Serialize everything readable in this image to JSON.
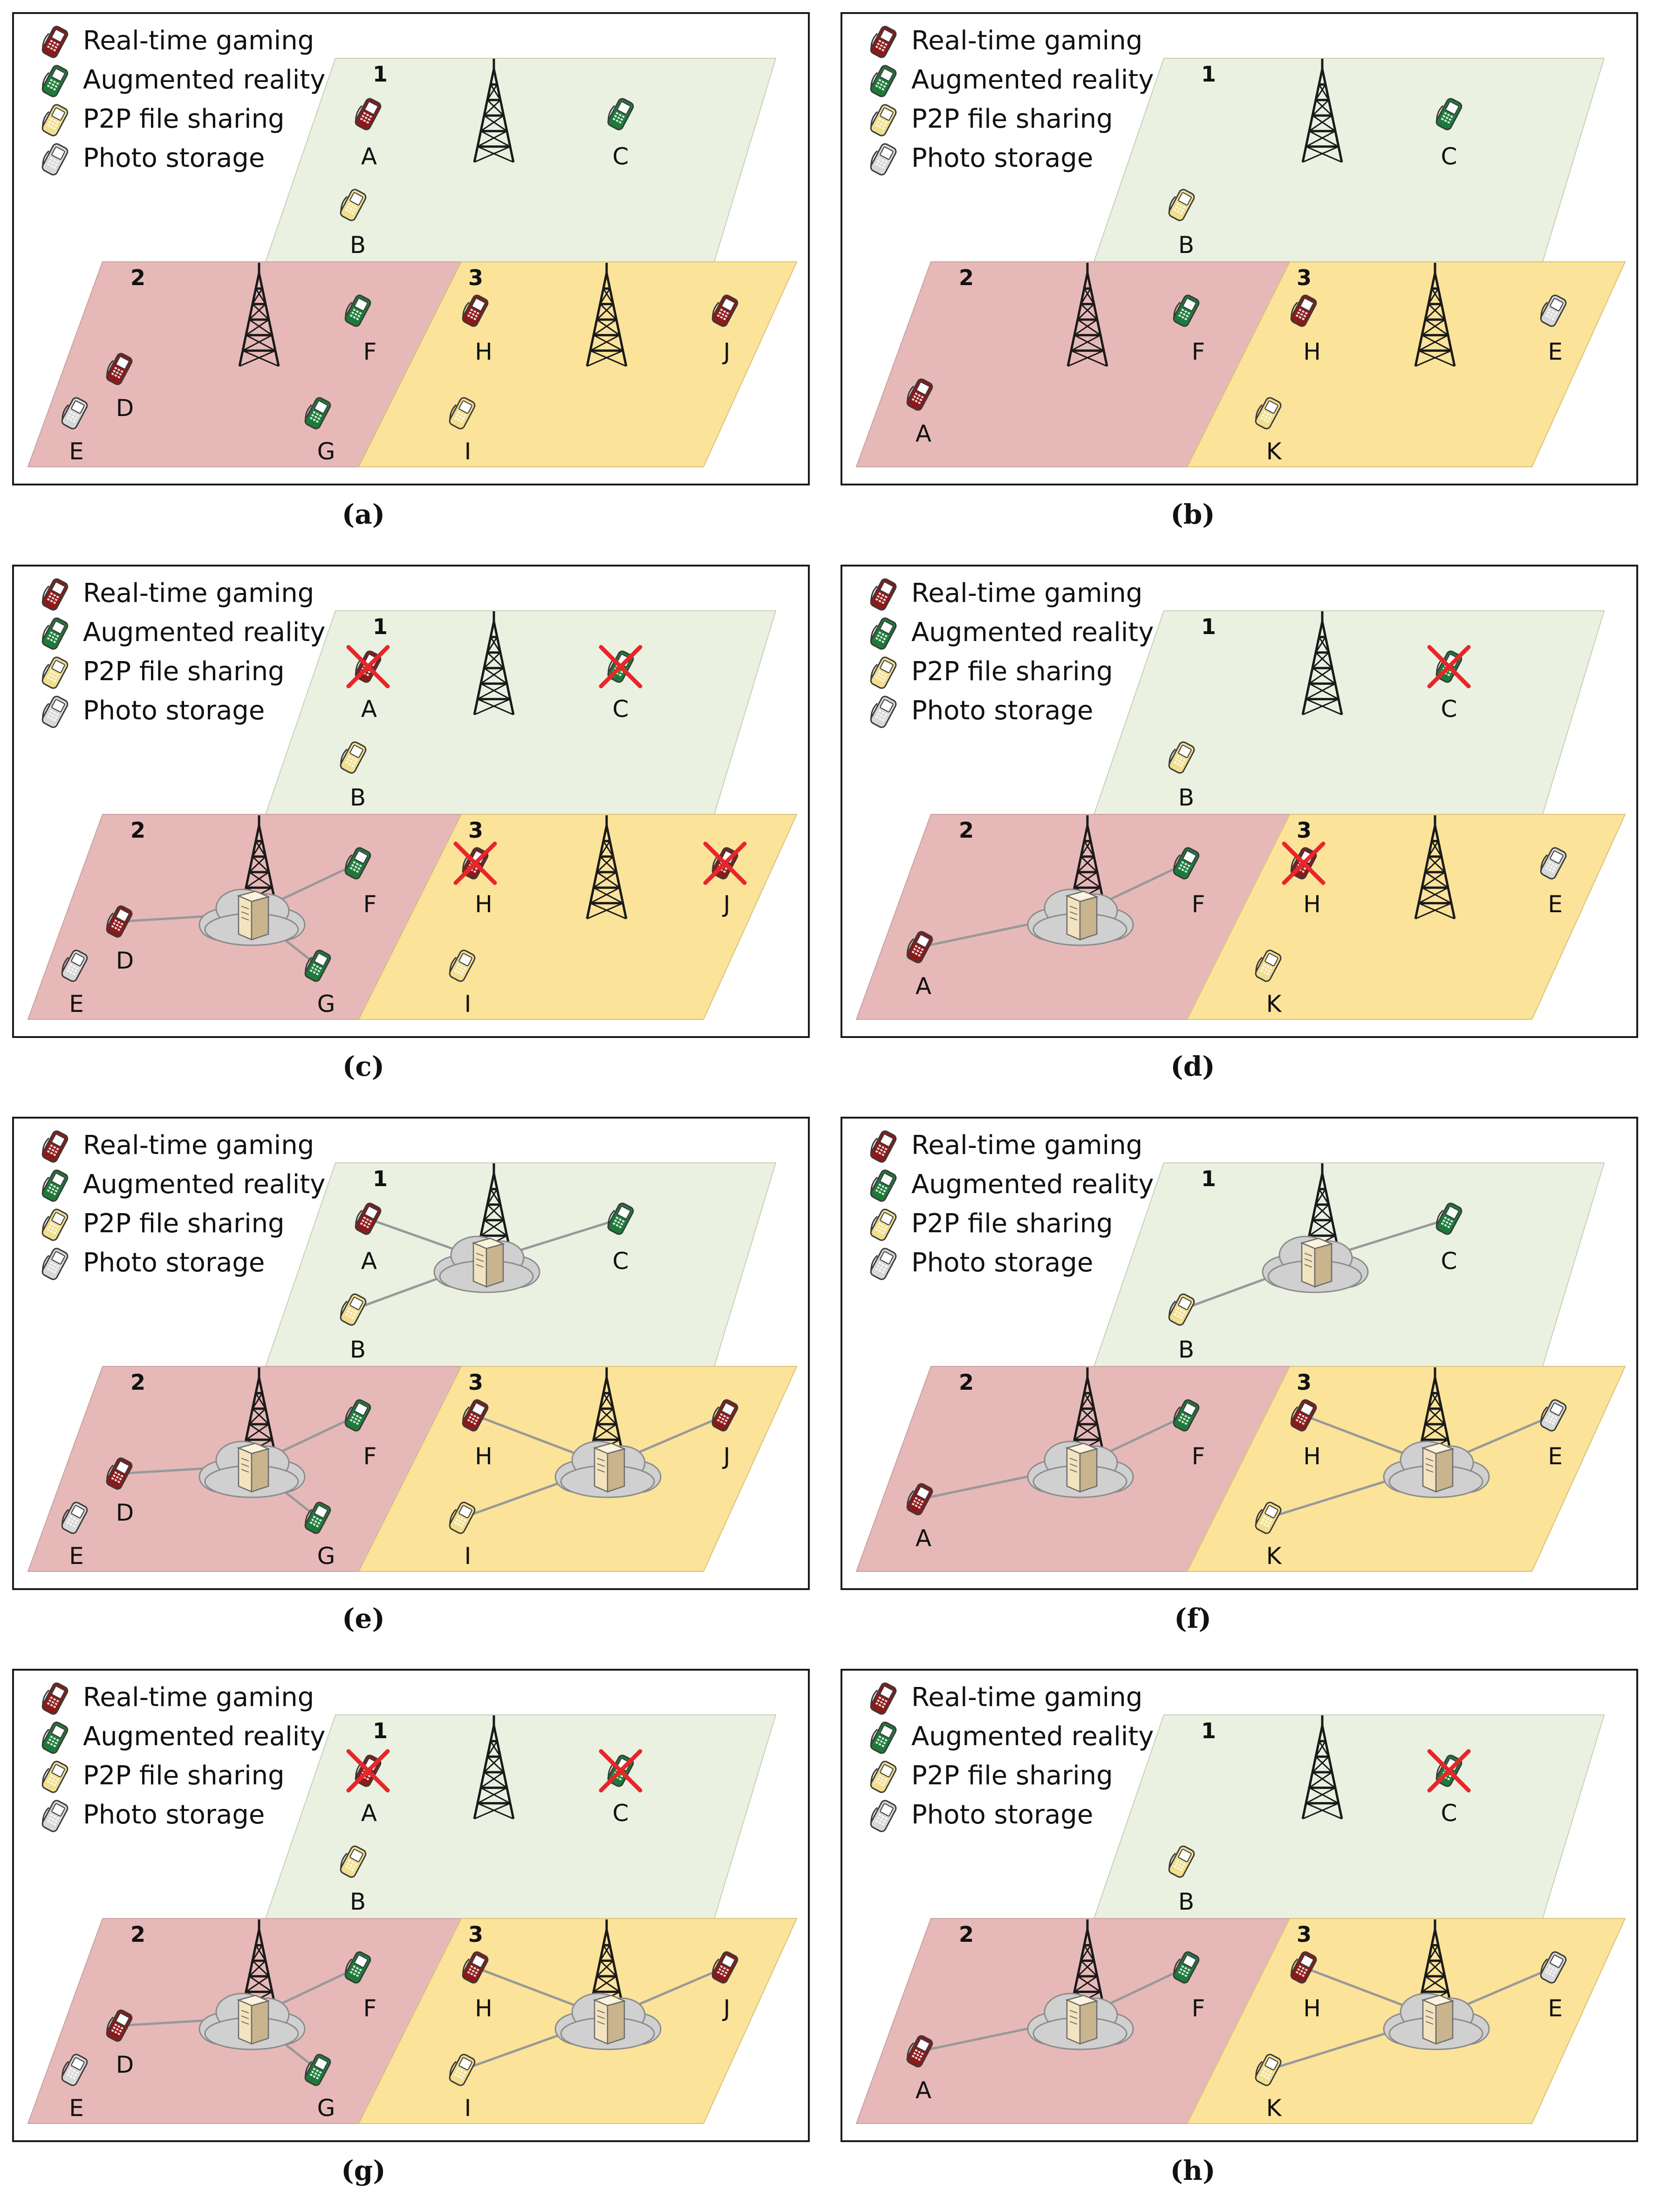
{
  "legend": [
    {
      "label": "Real-time gaming",
      "color": "#8b1a1a",
      "icon": "phone-icon"
    },
    {
      "label": "Augmented reality",
      "color": "#1e7a3a",
      "icon": "phone-icon"
    },
    {
      "label": "P2P file sharing",
      "color": "#f2df8e",
      "icon": "phone-icon"
    },
    {
      "label": "Photo storage",
      "color": "#d8d8d8",
      "icon": "phone-icon"
    }
  ],
  "regions": [
    "1",
    "2",
    "3"
  ],
  "colors": {
    "region1": "#ebf1e1",
    "region2": "#e6b9b8",
    "region3": "#fbe39a",
    "link": "#999999",
    "cross": "#e8262a"
  },
  "panels": [
    {
      "caption": "(a)",
      "layout": "A",
      "servers": [],
      "links": [],
      "crossed": []
    },
    {
      "caption": "(b)",
      "layout": "B",
      "servers": [],
      "links": [],
      "crossed": []
    },
    {
      "caption": "(c)",
      "layout": "A",
      "servers": [
        "2"
      ],
      "links": [
        "D",
        "F",
        "G"
      ],
      "crossed": [
        "A",
        "C",
        "H",
        "J"
      ]
    },
    {
      "caption": "(d)",
      "layout": "B",
      "servers": [
        "2"
      ],
      "links": [
        "A",
        "F"
      ],
      "crossed": [
        "C",
        "H"
      ]
    },
    {
      "caption": "(e)",
      "layout": "A",
      "servers": [
        "1",
        "2",
        "3"
      ],
      "links": [
        "A",
        "B",
        "C",
        "D",
        "F",
        "G",
        "H",
        "I",
        "J"
      ],
      "crossed": []
    },
    {
      "caption": "(f)",
      "layout": "B",
      "servers": [
        "1",
        "2",
        "3"
      ],
      "links": [
        "B",
        "C",
        "A",
        "F",
        "H",
        "E",
        "K"
      ],
      "crossed": []
    },
    {
      "caption": "(g)",
      "layout": "A",
      "servers": [
        "2",
        "3"
      ],
      "links": [
        "D",
        "F",
        "G",
        "H",
        "I",
        "J"
      ],
      "crossed": [
        "A",
        "C"
      ]
    },
    {
      "caption": "(h)",
      "layout": "B",
      "servers": [
        "2",
        "3"
      ],
      "links": [
        "A",
        "F",
        "H",
        "E",
        "K"
      ],
      "crossed": [
        "C"
      ]
    }
  ],
  "layouts": {
    "A": [
      {
        "label": "A",
        "type": "gaming",
        "region": "1"
      },
      {
        "label": "B",
        "type": "p2p",
        "region": "1"
      },
      {
        "label": "C",
        "type": "ar",
        "region": "1"
      },
      {
        "label": "D",
        "type": "gaming",
        "region": "2"
      },
      {
        "label": "E",
        "type": "photo",
        "region": "2"
      },
      {
        "label": "F",
        "type": "ar",
        "region": "2"
      },
      {
        "label": "G",
        "type": "ar",
        "region": "2"
      },
      {
        "label": "H",
        "type": "gaming",
        "region": "3"
      },
      {
        "label": "I",
        "type": "p2p",
        "region": "3"
      },
      {
        "label": "J",
        "type": "gaming",
        "region": "3"
      }
    ],
    "B": [
      {
        "label": "B",
        "type": "p2p",
        "region": "1"
      },
      {
        "label": "C",
        "type": "ar",
        "region": "1"
      },
      {
        "label": "A",
        "type": "gaming",
        "region": "2"
      },
      {
        "label": "F",
        "type": "ar",
        "region": "2"
      },
      {
        "label": "H",
        "type": "gaming",
        "region": "3"
      },
      {
        "label": "K",
        "type": "p2p",
        "region": "3"
      },
      {
        "label": "E",
        "type": "photo",
        "region": "3"
      }
    ]
  }
}
